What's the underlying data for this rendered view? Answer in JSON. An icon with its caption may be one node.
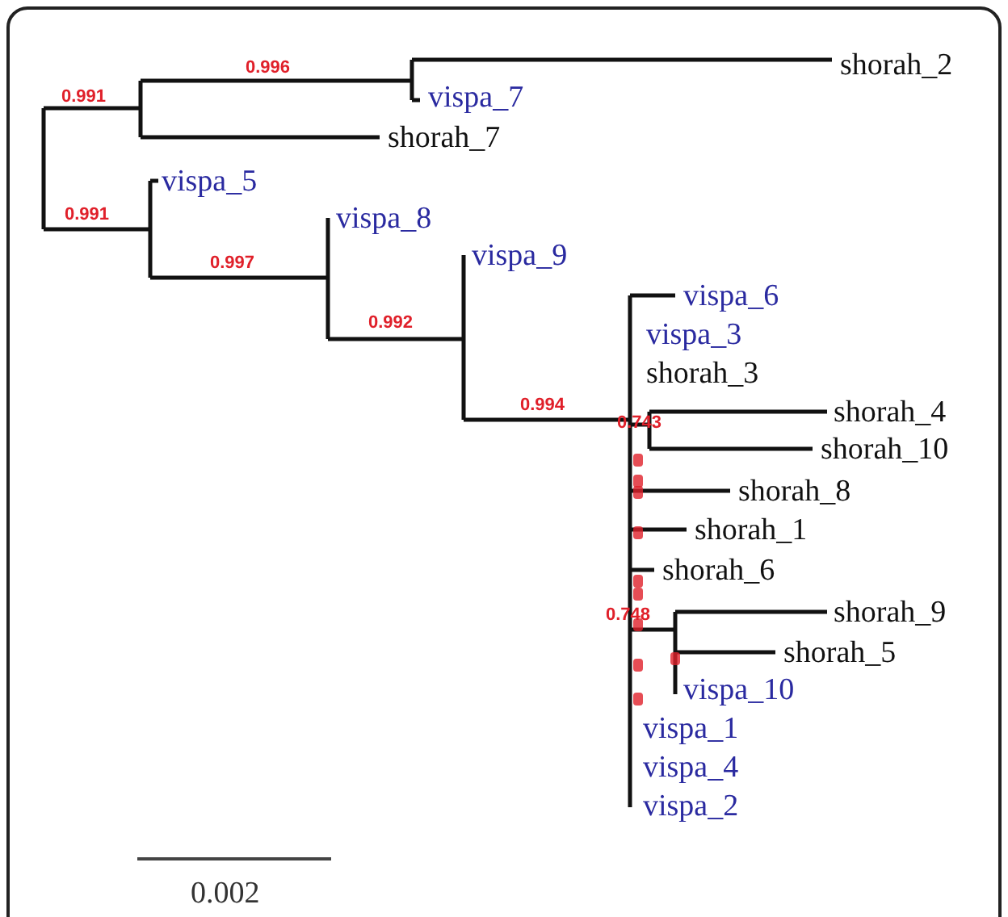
{
  "diagram": {
    "labels": [
      "shorah_2",
      "0.996",
      "0.991",
      "vispa_7",
      "shorah_7",
      "vispa_5",
      "0.991",
      "vispa_8",
      "vispa_9",
      "0.997",
      "vispa_6",
      "0.992",
      "vispa_3",
      "shorah_3",
      "0.994",
      "shorah_4",
      "0.743",
      "shorah_10",
      "shorah_8",
      "shorah_1",
      "shorah_6",
      "shorah_9",
      "0.748",
      "shorah_5",
      "vispa_10",
      "vispa_1",
      "vispa_4",
      "vispa_2",
      "0.002"
    ]
  }
}
